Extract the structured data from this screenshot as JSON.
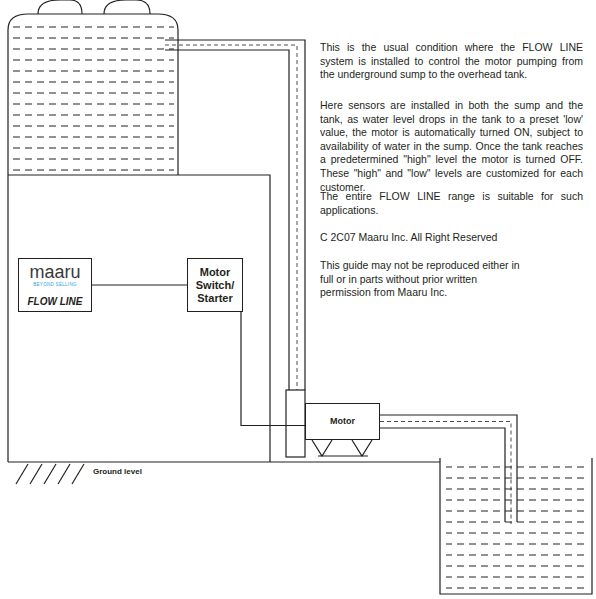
{
  "diagram": {
    "nodes": [
      {
        "text": [
          "maaru",
          "BEYOND SELLING",
          "FLOW LINE"
        ]
      },
      {
        "text": [
          "Motor Switch/ Starter"
        ]
      },
      {
        "text": [
          "Motor"
        ]
      }
    ],
    "edges": [
      {
        "from": 0,
        "to": 1,
        "arrow": "none"
      },
      {
        "from": 1,
        "to": 2,
        "arrow": "none"
      }
    ],
    "labels": [
      "This is the usual condition where the FLOW LINE system is installed to control the motor pumping from the underground sump to the overhead tank.",
      "Here sensors are installed in both the sump and the tank, as water level drops in the tank to a preset 'low' value, the motor is automatically turned ON, subject to availability of water in the sump. Once the tank reaches a predetermined \"high\" level the motor is turned OFF. These \"high\" and \"low\" levels are customized for each customer.",
      "The entire FLOW LINE range is suitable for such applications.",
      "C 2C07 Maaru Inc. All Right Reserved",
      "This guide may not be reproduced either in full or in parts without prior written permission from Maaru Inc.",
      "Ground level"
    ]
  }
}
